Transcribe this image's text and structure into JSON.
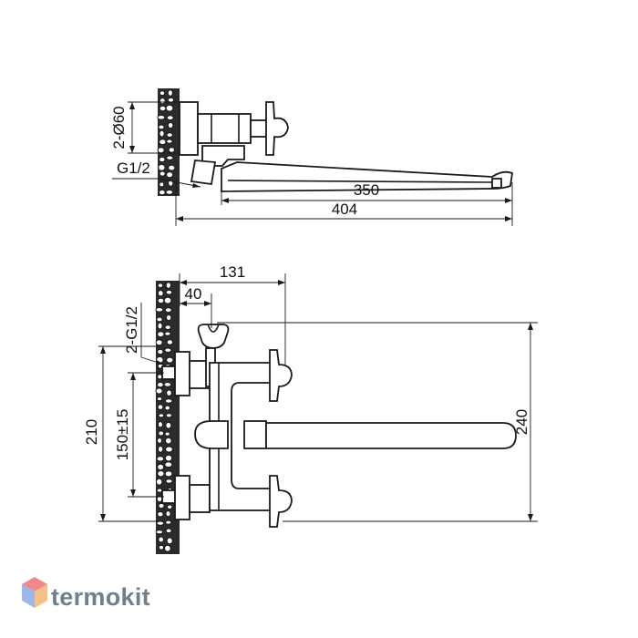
{
  "dimensions": {
    "top": {
      "thread_diameter": "2-Ø60",
      "inlet_thread": "G1/2",
      "spout_length": "350",
      "total_length": "404"
    },
    "front": {
      "handle_reach": "131",
      "holder_offset": "40",
      "inlet_thread": "2-G1/2",
      "total_height": "210",
      "center_distance": "150±15",
      "overall_height": "240"
    }
  },
  "brand": {
    "name": "termokit",
    "logo_colors": [
      "#f08a8a",
      "#9fb7e6",
      "#f5c08a"
    ]
  }
}
